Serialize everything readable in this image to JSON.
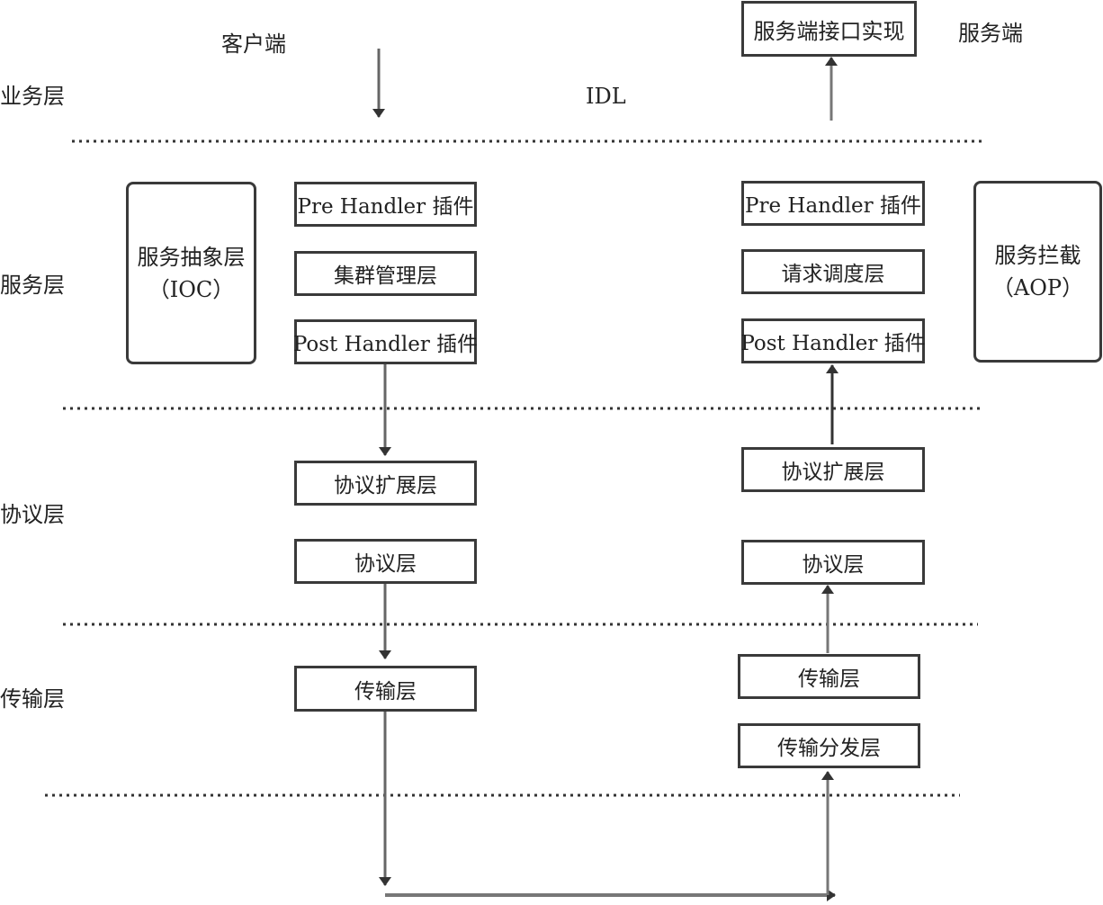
{
  "columns": {
    "client": "客户端",
    "server": "服务端"
  },
  "layers": {
    "business": "业务层",
    "service": "服务层",
    "protocol": "协议层",
    "transport": "传输层"
  },
  "idl": "IDL",
  "server_impl": "服务端接口实现",
  "client": {
    "abstraction_title": "服务抽象层",
    "abstraction_sub": "（IOC）",
    "pre_handler": "Pre Handler 插件",
    "cluster": "集群管理层",
    "post_handler": "Post Handler 插件",
    "protocol_ext": "协议扩展层",
    "protocol": "协议层",
    "transport": "传输层"
  },
  "server": {
    "pre_handler": "Pre Handler 插件",
    "dispatch": "请求调度层",
    "post_handler": "Post Handler 插件",
    "intercept_title": "服务拦截",
    "intercept_sub": "（AOP）",
    "protocol_ext": "协议扩展层",
    "protocol": "协议层",
    "transport": "传输层",
    "transport_dispatch": "传输分发层"
  },
  "colors": {
    "line": "#555555",
    "border": "#3a3a3a",
    "dots": "#333333"
  }
}
